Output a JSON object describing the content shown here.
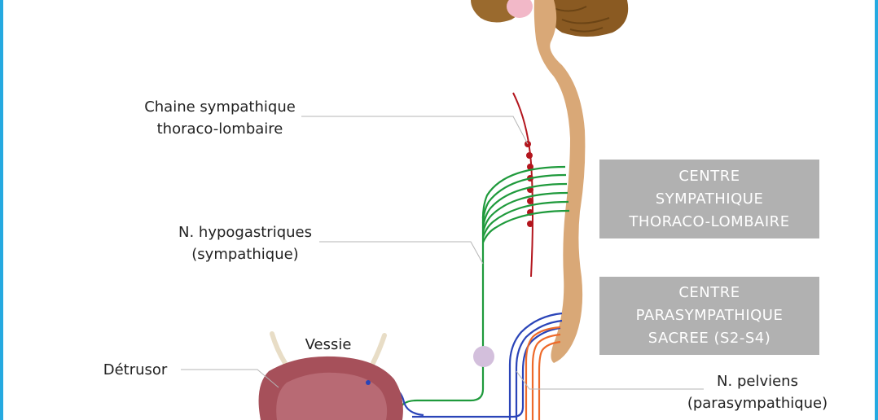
{
  "labels": {
    "chain": [
      "Chaine sympathique",
      "thoraco-lombaire"
    ],
    "hypogastric": [
      "N. hypogastriques",
      "(sympathique)"
    ],
    "vessie": "Vessie",
    "detrusor": "Détrusor",
    "pelvic": [
      "N. pelviens",
      "(parasympathique)"
    ]
  },
  "boxes": {
    "sympathetic": [
      "CENTRE",
      "SYMPATHIQUE",
      "THORACO-LOMBAIRE"
    ],
    "parasympathetic": [
      "CENTRE",
      "PARASYMPATHIQUE",
      "SACREE (S2-S4)"
    ]
  },
  "colors": {
    "frame": "#25a9e0",
    "sympathetic_nerve": "#1f9a3c",
    "parasympathetic_nerve": "#2a44b8",
    "pelvic_nerve": "#ee6a2a",
    "sympathetic_chain": "#b3151d",
    "spinal_cord": "#d9a877",
    "brain": "#9a6a2e",
    "bladder": "#a6505a",
    "ganglion": "#d3bfdc",
    "box_fill": "#b1b1b1"
  }
}
